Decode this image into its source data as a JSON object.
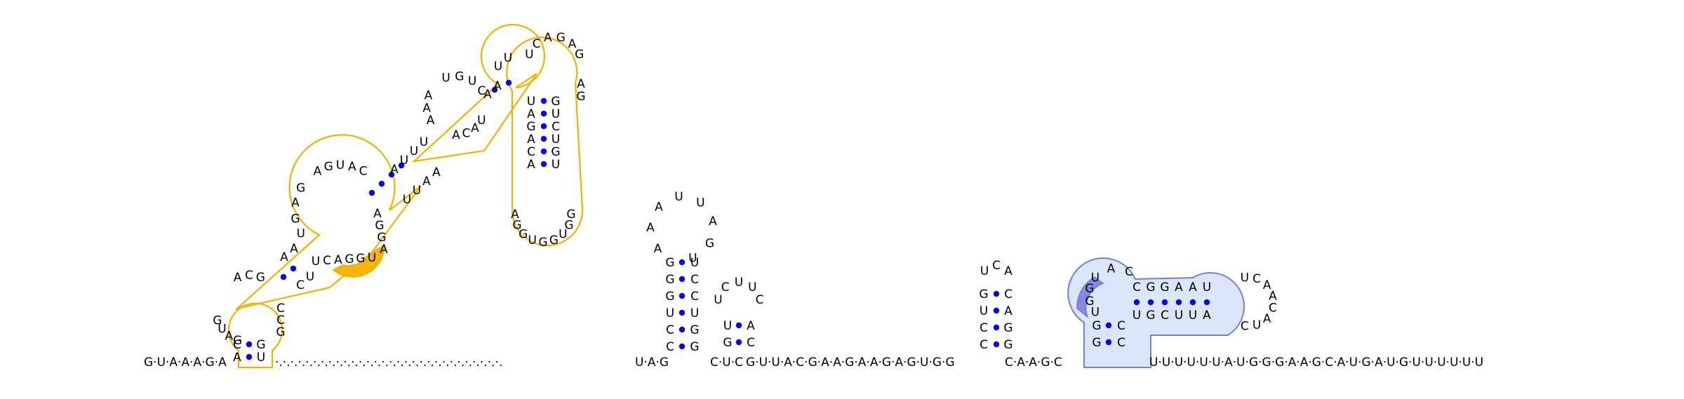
{
  "colors": {
    "yellow_outline": "#f0b100",
    "yellow_fill": "#f5b40b",
    "blue_outline": "#6f7fdc",
    "blue_fill": "#dbe6fb",
    "blue_dark_fill": "#8a87e0",
    "pair_dot": "#0000ee",
    "text": "#000000",
    "background": "#ffffff"
  },
  "sequence": {
    "left_tail": "G·U·A·A·A·G·A",
    "dot_run": "·.·.·.·.·.·.·.·.·.·.·.·.·.·.·.·.·.·.·.·.·.·.·.·.·.·.·.·.·.·.",
    "mid_a": "U·A·G",
    "mid_b": "C·U·C",
    "mid_c": "G·U·U·A·C·G·A·A·G·A·A·G·A·G·U·G·G",
    "mid_d": "C·A·A·G·C",
    "right_tail": "U·U·U·U·U·U·A·U·G·G·G·A·A·G·C·A·U·G·A·U·G·U·U·U·U·U·U"
  },
  "structure_a": {
    "outer_stem_left": [
      "C",
      "A"
    ],
    "outer_stem_right": [
      "G",
      "U"
    ],
    "loop1_left": [
      "G",
      "U",
      "A",
      "G"
    ],
    "loop1_top": [
      "A",
      "C",
      "G"
    ],
    "stem2_left": [
      "A",
      "A"
    ],
    "stem2_right": [
      "C",
      "U"
    ],
    "stem2_extra_right": [
      "C",
      "C",
      "G"
    ],
    "loop2_left": [
      "G",
      "A",
      "G",
      "U"
    ],
    "loop2_top": [
      "A",
      "G",
      "U",
      "A",
      "C"
    ],
    "loop2_bottom_right": [
      "U",
      "C",
      "A",
      "G",
      "G",
      "U"
    ],
    "loop2_right_column": [
      "A",
      "G",
      "G",
      "A"
    ],
    "stem3_left": [
      "A",
      "U",
      "U",
      "U"
    ],
    "stem3_right": [
      "U",
      "U",
      "A",
      "A"
    ],
    "loop3_left": [
      "A",
      "A",
      "A"
    ],
    "loop3_top": [
      "U",
      "G",
      "U",
      "C"
    ],
    "loop3_right": [
      "U",
      "A",
      "C",
      "A"
    ],
    "stem4_left": [
      "U",
      "U"
    ],
    "stem4_right": [
      "A",
      "A"
    ],
    "hairpin_top": [
      "U",
      "C",
      "A",
      "G",
      "A",
      "G"
    ],
    "hairpin_right": [
      "A",
      "G"
    ],
    "hairpin_stem_left": [
      "U",
      "A",
      "G",
      "A",
      "C",
      "A"
    ],
    "hairpin_stem_right": [
      "G",
      "U",
      "C",
      "U",
      "G",
      "U"
    ],
    "hairpin_loop_bottom": [
      "A",
      "G",
      "G",
      "U",
      "G",
      "G",
      "U",
      "G",
      "G"
    ]
  },
  "structure_b": {
    "stem_left": [
      "G",
      "G",
      "G",
      "U",
      "C",
      "C"
    ],
    "stem_right": [
      "U",
      "C",
      "C",
      "U",
      "G",
      "G"
    ],
    "loop": [
      "A",
      "A",
      "A",
      "U",
      "U",
      "A",
      "G",
      "U"
    ],
    "small_stem_left": [
      "U",
      "G"
    ],
    "small_stem_right": [
      "A",
      "C"
    ],
    "small_loop": [
      "U",
      "C",
      "U",
      "U",
      "C"
    ]
  },
  "structure_c": {
    "stem_left": [
      "G",
      "U",
      "C",
      "C"
    ],
    "stem_right": [
      "C",
      "A",
      "G",
      "G"
    ],
    "loop": [
      "U",
      "C",
      "A"
    ]
  },
  "structure_d": {
    "stem_left": [
      "G",
      "G"
    ],
    "stem_right": [
      "C",
      "C"
    ],
    "loop_left": [
      "U",
      "G",
      "G",
      "U"
    ],
    "loop_top_left": [
      "A",
      "C"
    ],
    "long_stem_top": [
      "C",
      "G",
      "G",
      "A",
      "A",
      "U"
    ],
    "long_stem_bottom": [
      "U",
      "G",
      "C",
      "U",
      "U",
      "A"
    ],
    "hairpin_loop": [
      "U",
      "C",
      "A",
      "A",
      "C",
      "A",
      "U",
      "C"
    ]
  }
}
